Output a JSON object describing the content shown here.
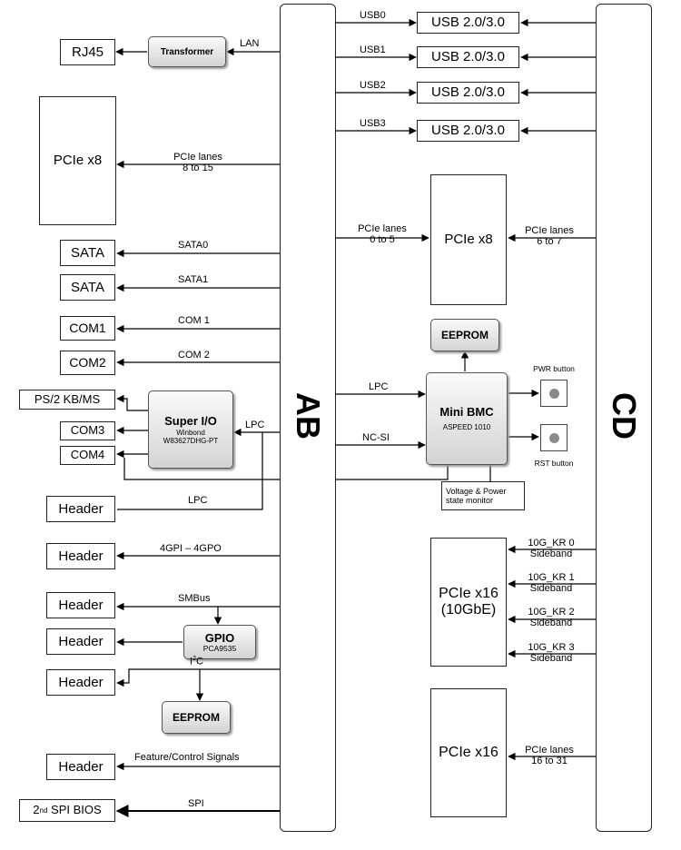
{
  "buses": {
    "left": "AB",
    "right": "CD"
  },
  "usb": {
    "ports": [
      {
        "label": "USB0",
        "box": "USB 2.0/3.0"
      },
      {
        "label": "USB1",
        "box": "USB 2.0/3.0"
      },
      {
        "label": "USB2",
        "box": "USB 2.0/3.0"
      },
      {
        "label": "USB3",
        "box": "USB 2.0/3.0"
      }
    ]
  },
  "left": {
    "rj45": "RJ45",
    "transformer": "Transformer",
    "lan": "LAN",
    "pcie_x8": "PCIe x8",
    "pcie_lanes_a": "PCIe lanes",
    "pcie_lanes_b": "8 to 15",
    "sata_box_1": "SATA",
    "sata_box_2": "SATA",
    "sata0": "SATA0",
    "sata1": "SATA1",
    "com1_box": "COM1",
    "com2_box": "COM2",
    "com1": "COM 1",
    "com2": "COM 2",
    "ps2": "PS/2 KB/MS",
    "com3": "COM3",
    "com4": "COM4",
    "superio_title": "Super I/O",
    "superio_sub1": "Winbond",
    "superio_sub2": "W83627DHG-PT",
    "lpc_a": "LPC",
    "lpc_b": "LPC",
    "header1": "Header",
    "header2": "Header",
    "header3": "Header",
    "header4": "Header",
    "header5": "Header",
    "header6": "Header",
    "gpio_label": "4GPI – 4GPO",
    "smbus": "SMBus",
    "gpio_title": "GPIO",
    "gpio_sub": "PCA9535",
    "i2c_main": "I",
    "i2c_sup": "2",
    "i2c_end": "C",
    "eeprom": "EEPROM",
    "feature": "Feature/Control Signals",
    "spi": "SPI",
    "spi_bios_pre": "2",
    "spi_bios_sup": "nd",
    "spi_bios_post": " SPI BIOS"
  },
  "middle": {
    "pcie_x8": "PCIe x8",
    "lanes_left_a": "PCIe lanes",
    "lanes_left_b": "0 to 5",
    "lanes_right_a": "PCIe lanes",
    "lanes_right_b": "6 to 7",
    "eeprom": "EEPROM",
    "bmc_title": "Mini BMC",
    "bmc_sub": "ASPEED 1010",
    "lpc": "LPC",
    "ncsi": "NC-SI",
    "pwr": "PWR button",
    "rst": "RST button",
    "voltage_a": "Voltage & Power",
    "voltage_b": "state monitor",
    "pcie_x16_10g_a": "PCIe x16",
    "pcie_x16_10g_b": "(10GbE)",
    "kr": [
      {
        "a": "10G_KR 0",
        "b": "Sideband"
      },
      {
        "a": "10G_KR 1",
        "b": "Sideband"
      },
      {
        "a": "10G_KR 2",
        "b": "Sideband"
      },
      {
        "a": "10G_KR 3",
        "b": "Sideband"
      }
    ],
    "pcie_x16": "PCIe x16",
    "lanes_16_a": "PCIe lanes",
    "lanes_16_b": "16 to 31"
  }
}
